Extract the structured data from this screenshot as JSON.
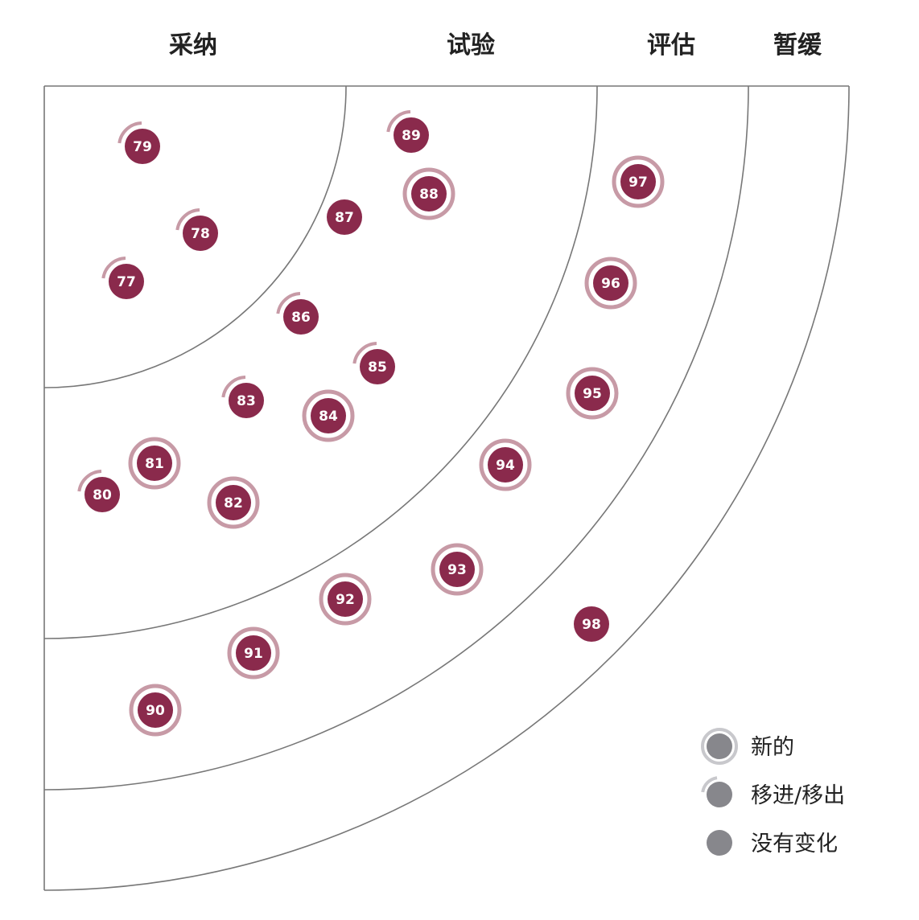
{
  "colors": {
    "blip": "#8a2a4c",
    "ring_new": "#c79aa6",
    "legend_dot": "#87878c",
    "legend_ring": "#c8c8cc",
    "line": "#777777"
  },
  "rings": [
    {
      "id": "adopt",
      "label": "采纳"
    },
    {
      "id": "trial",
      "label": "试验"
    },
    {
      "id": "assess",
      "label": "评估"
    },
    {
      "id": "hold",
      "label": "暂缓"
    }
  ],
  "blips": [
    {
      "number": "77",
      "ring": "adopt",
      "status": "moved"
    },
    {
      "number": "78",
      "ring": "adopt",
      "status": "moved"
    },
    {
      "number": "79",
      "ring": "adopt",
      "status": "moved"
    },
    {
      "number": "80",
      "ring": "trial",
      "status": "moved"
    },
    {
      "number": "81",
      "ring": "trial",
      "status": "new"
    },
    {
      "number": "82",
      "ring": "trial",
      "status": "new"
    },
    {
      "number": "83",
      "ring": "trial",
      "status": "moved"
    },
    {
      "number": "84",
      "ring": "trial",
      "status": "new"
    },
    {
      "number": "85",
      "ring": "trial",
      "status": "moved"
    },
    {
      "number": "86",
      "ring": "trial",
      "status": "moved"
    },
    {
      "number": "87",
      "ring": "trial",
      "status": "unchanged"
    },
    {
      "number": "88",
      "ring": "trial",
      "status": "new"
    },
    {
      "number": "89",
      "ring": "trial",
      "status": "moved"
    },
    {
      "number": "90",
      "ring": "assess",
      "status": "new"
    },
    {
      "number": "91",
      "ring": "assess",
      "status": "new"
    },
    {
      "number": "92",
      "ring": "assess",
      "status": "new"
    },
    {
      "number": "93",
      "ring": "assess",
      "status": "new"
    },
    {
      "number": "94",
      "ring": "assess",
      "status": "new"
    },
    {
      "number": "95",
      "ring": "assess",
      "status": "new"
    },
    {
      "number": "96",
      "ring": "assess",
      "status": "new"
    },
    {
      "number": "97",
      "ring": "assess",
      "status": "new"
    },
    {
      "number": "98",
      "ring": "hold",
      "status": "unchanged"
    }
  ],
  "legend": [
    {
      "status": "new",
      "label": "新的"
    },
    {
      "status": "moved",
      "label": "移进/移出"
    },
    {
      "status": "unchanged",
      "label": "没有变化"
    }
  ]
}
